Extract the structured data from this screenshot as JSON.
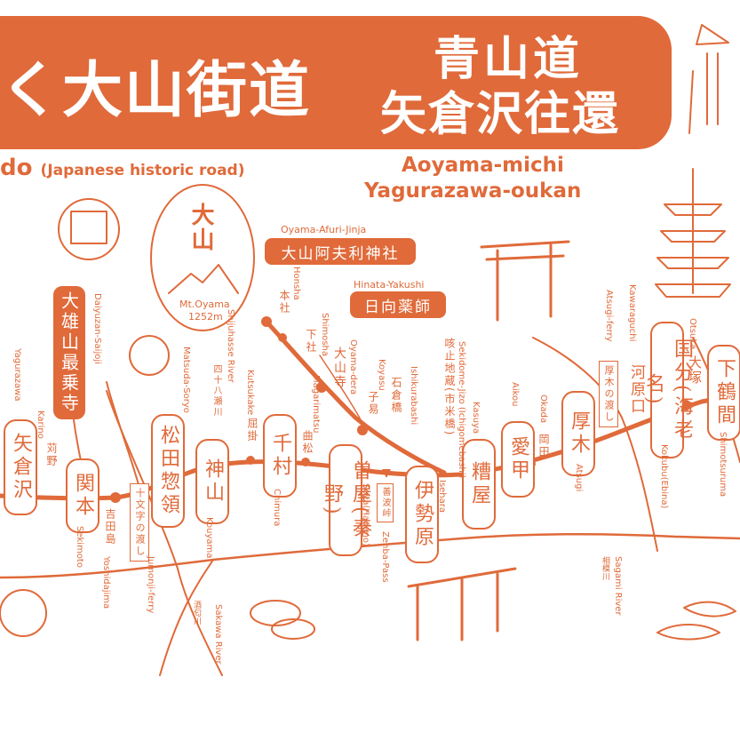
{
  "colors": {
    "accent": "#e06a3a",
    "background": "#ffffff"
  },
  "header": {
    "title_main": "く大山街道",
    "title_right_1": "青山道",
    "title_right_2": "矢倉沢往還",
    "english_left": "do",
    "english_left_sub": "(Japanese historic road)",
    "english_right_1": "Aoyama-michi",
    "english_right_2": "Yagurazawa-oukan"
  },
  "mountain": {
    "kanji": "大山",
    "name": "Mt.Oyama",
    "elevation": "1252m"
  },
  "places": {
    "afuri_en": "Oyama-Afuri-Jinja",
    "afuri_jp": "大山阿夫利神社",
    "hinata_en": "Hinata-Yakushi",
    "hinata_jp": "日向薬師",
    "saijoji_jp": "大雄山最乗寺",
    "saijoji_en": "Daiyuzan-Saijoji"
  },
  "stations": [
    {
      "jp": "矢倉沢",
      "en": "Yagurazawa"
    },
    {
      "jp": "関本",
      "en": "Sekimoto"
    },
    {
      "jp": "松田惣領",
      "en": "Matsuda-Soryo"
    },
    {
      "jp": "神山",
      "en": "Kouyama"
    },
    {
      "jp": "千村",
      "en": "Chimura"
    },
    {
      "jp": "曽屋(秦野)",
      "en": "Soya(Hadano)"
    },
    {
      "jp": "伊勢原",
      "en": "Isehara"
    },
    {
      "jp": "糟屋",
      "en": "Kasuya"
    },
    {
      "jp": "愛甲",
      "en": "Aikou"
    },
    {
      "jp": "厚木",
      "en": "Atsugi"
    },
    {
      "jp": "国分(海老名)",
      "en": "Kokubu(Ebina)"
    },
    {
      "jp": "下鶴間",
      "en": "Shimotsuruma"
    }
  ],
  "small_places": [
    {
      "jp": "苅野",
      "en": "Karino"
    },
    {
      "jp": "吉田島",
      "en": "Yoshidajima"
    },
    {
      "jp": "四十八瀬川",
      "en": "Shijuhasse River"
    },
    {
      "jp": "屈掛",
      "en": "Kutsukake"
    },
    {
      "jp": "曲松",
      "en": "Magarimatsu"
    },
    {
      "jp": "子易",
      "en": "Koyasu"
    },
    {
      "jp": "石倉橋",
      "en": "Ishikurabashi"
    },
    {
      "jp": "咳止地蔵(市米橋)",
      "en": "Sekidome-Jizo (Ichigomebashi)"
    },
    {
      "jp": "岡田",
      "en": "Okada"
    },
    {
      "jp": "河原口",
      "en": "Kawaraguchi"
    },
    {
      "jp": "大塚",
      "en": "Otsuka"
    },
    {
      "jp": "本社",
      "en": "Honsha"
    },
    {
      "jp": "下社",
      "en": "Shimosha"
    },
    {
      "jp": "大山寺",
      "en": "Oyama-dera"
    },
    {
      "jp": "善波峠",
      "en": "Zenba-Pass"
    }
  ],
  "ferries": [
    {
      "jp": "十文字の渡し",
      "en": "Jumonji-ferry"
    },
    {
      "jp": "厚木の渡し",
      "en": "Atsugi-ferry"
    }
  ],
  "rivers": [
    {
      "jp": "酒匂川",
      "en": "Sakawa River"
    },
    {
      "jp": "相模川",
      "en": "Sagami River"
    }
  ]
}
